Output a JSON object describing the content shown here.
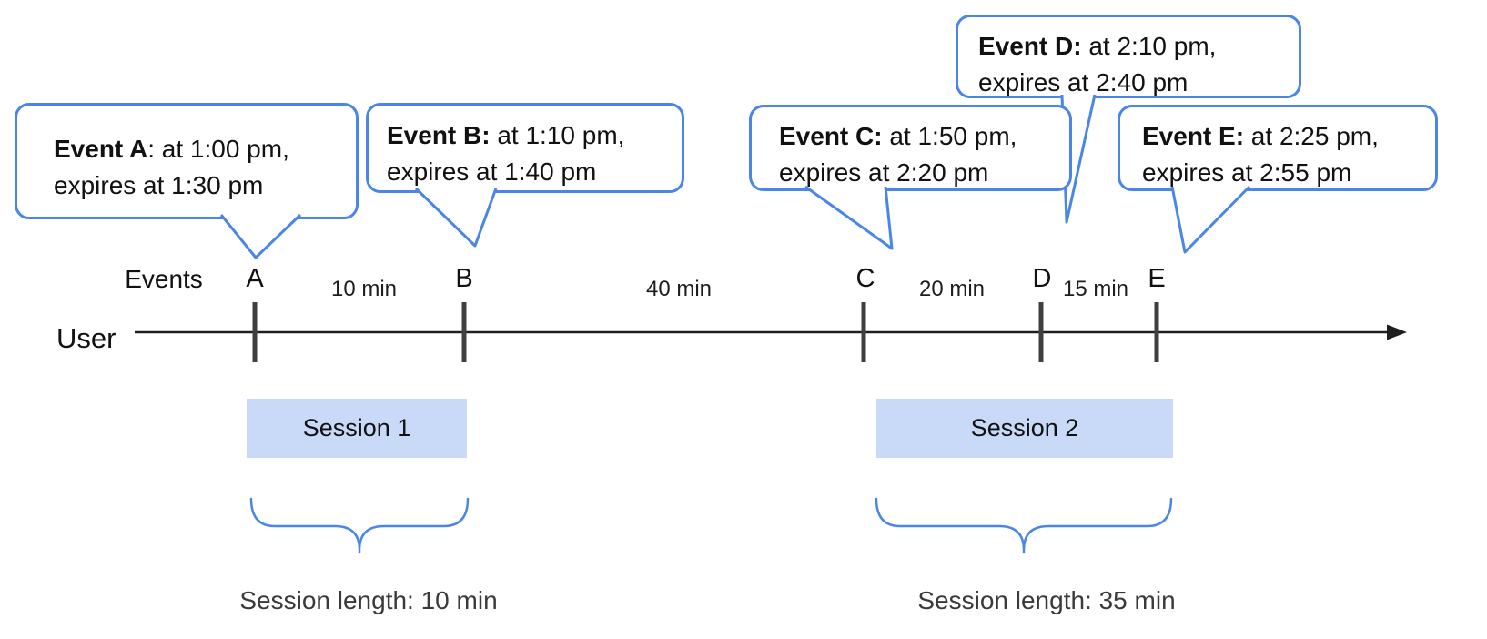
{
  "diagram": {
    "events_label": "Events",
    "axis_label": "User"
  },
  "events": [
    {
      "label": "A",
      "bold": "Event A",
      "rest": ": at 1:00 pm,",
      "line2": "expires at 1:30 pm"
    },
    {
      "label": "B",
      "bold": "Event B:",
      "rest": " at 1:10 pm,",
      "line2": "expires at 1:40 pm"
    },
    {
      "label": "C",
      "bold": "Event C:",
      "rest": " at 1:50 pm,",
      "line2": "expires at 2:20 pm"
    },
    {
      "label": "D",
      "bold": "Event D:",
      "rest": " at 2:10 pm,",
      "line2": "expires at 2:40 pm"
    },
    {
      "label": "E",
      "bold": "Event E:",
      "rest": " at 2:25 pm,",
      "line2": "expires at 2:55 pm"
    }
  ],
  "intervals": [
    {
      "label": "10 min"
    },
    {
      "label": "40 min"
    },
    {
      "label": "20 min"
    },
    {
      "label": "15 min"
    }
  ],
  "sessions": [
    {
      "label": "Session 1",
      "length_label": "Session length: 10 min"
    },
    {
      "label": "Session 2",
      "length_label": "Session length: 35 min"
    }
  ],
  "colors": {
    "accent": "#4a86e8",
    "session_fill": "#c9daf8",
    "axis": "#1e1e1e",
    "tick": "#3f3f3f",
    "text": "#111111",
    "muted": "#3a3a3a"
  }
}
